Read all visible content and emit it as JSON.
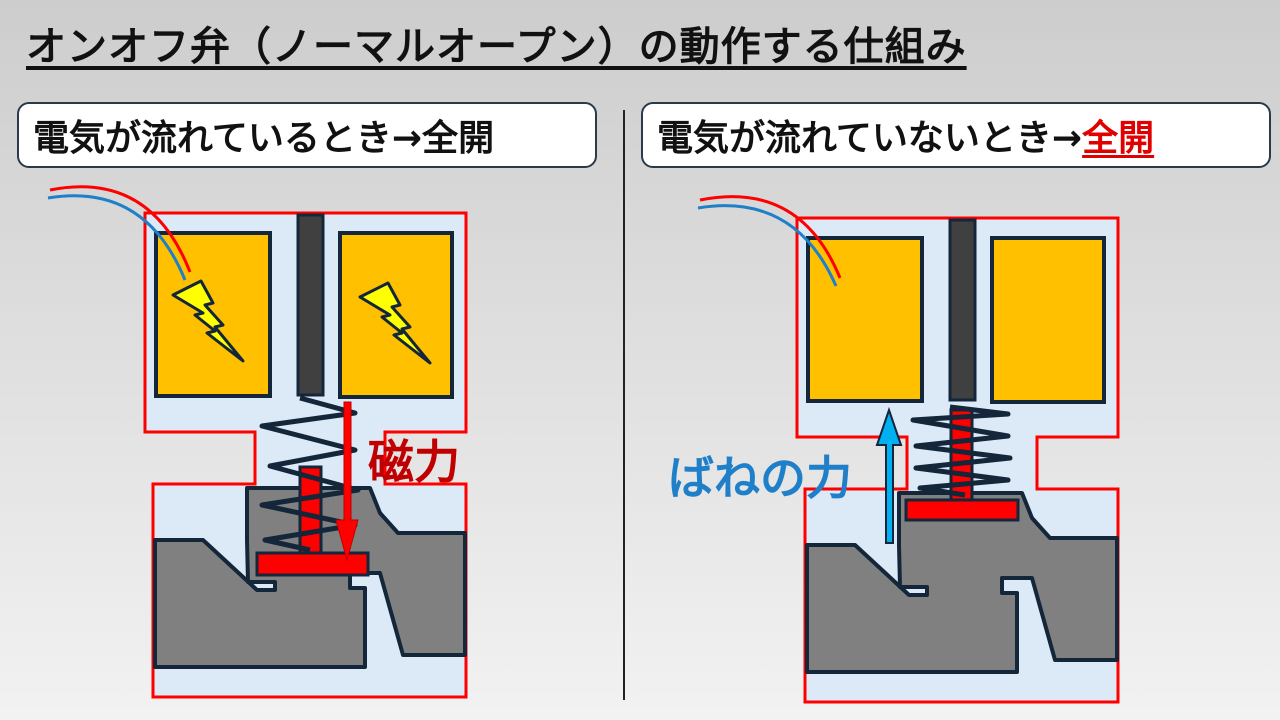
{
  "title": "オンオフ弁（ノーマルオープン）の動作する仕組み",
  "left_panel": {
    "label": "電気が流れているとき→全開",
    "force_label": "磁力"
  },
  "right_panel": {
    "label_prefix": "電気が流れていないとき→",
    "label_emphasis": "全開",
    "force_label": "ばねの力"
  },
  "colors": {
    "coil": "#ffc000",
    "plunger": "#ff0000",
    "body": "#808080",
    "magnetic_force": "#c00000",
    "spring_force": "#1f7fc8"
  }
}
